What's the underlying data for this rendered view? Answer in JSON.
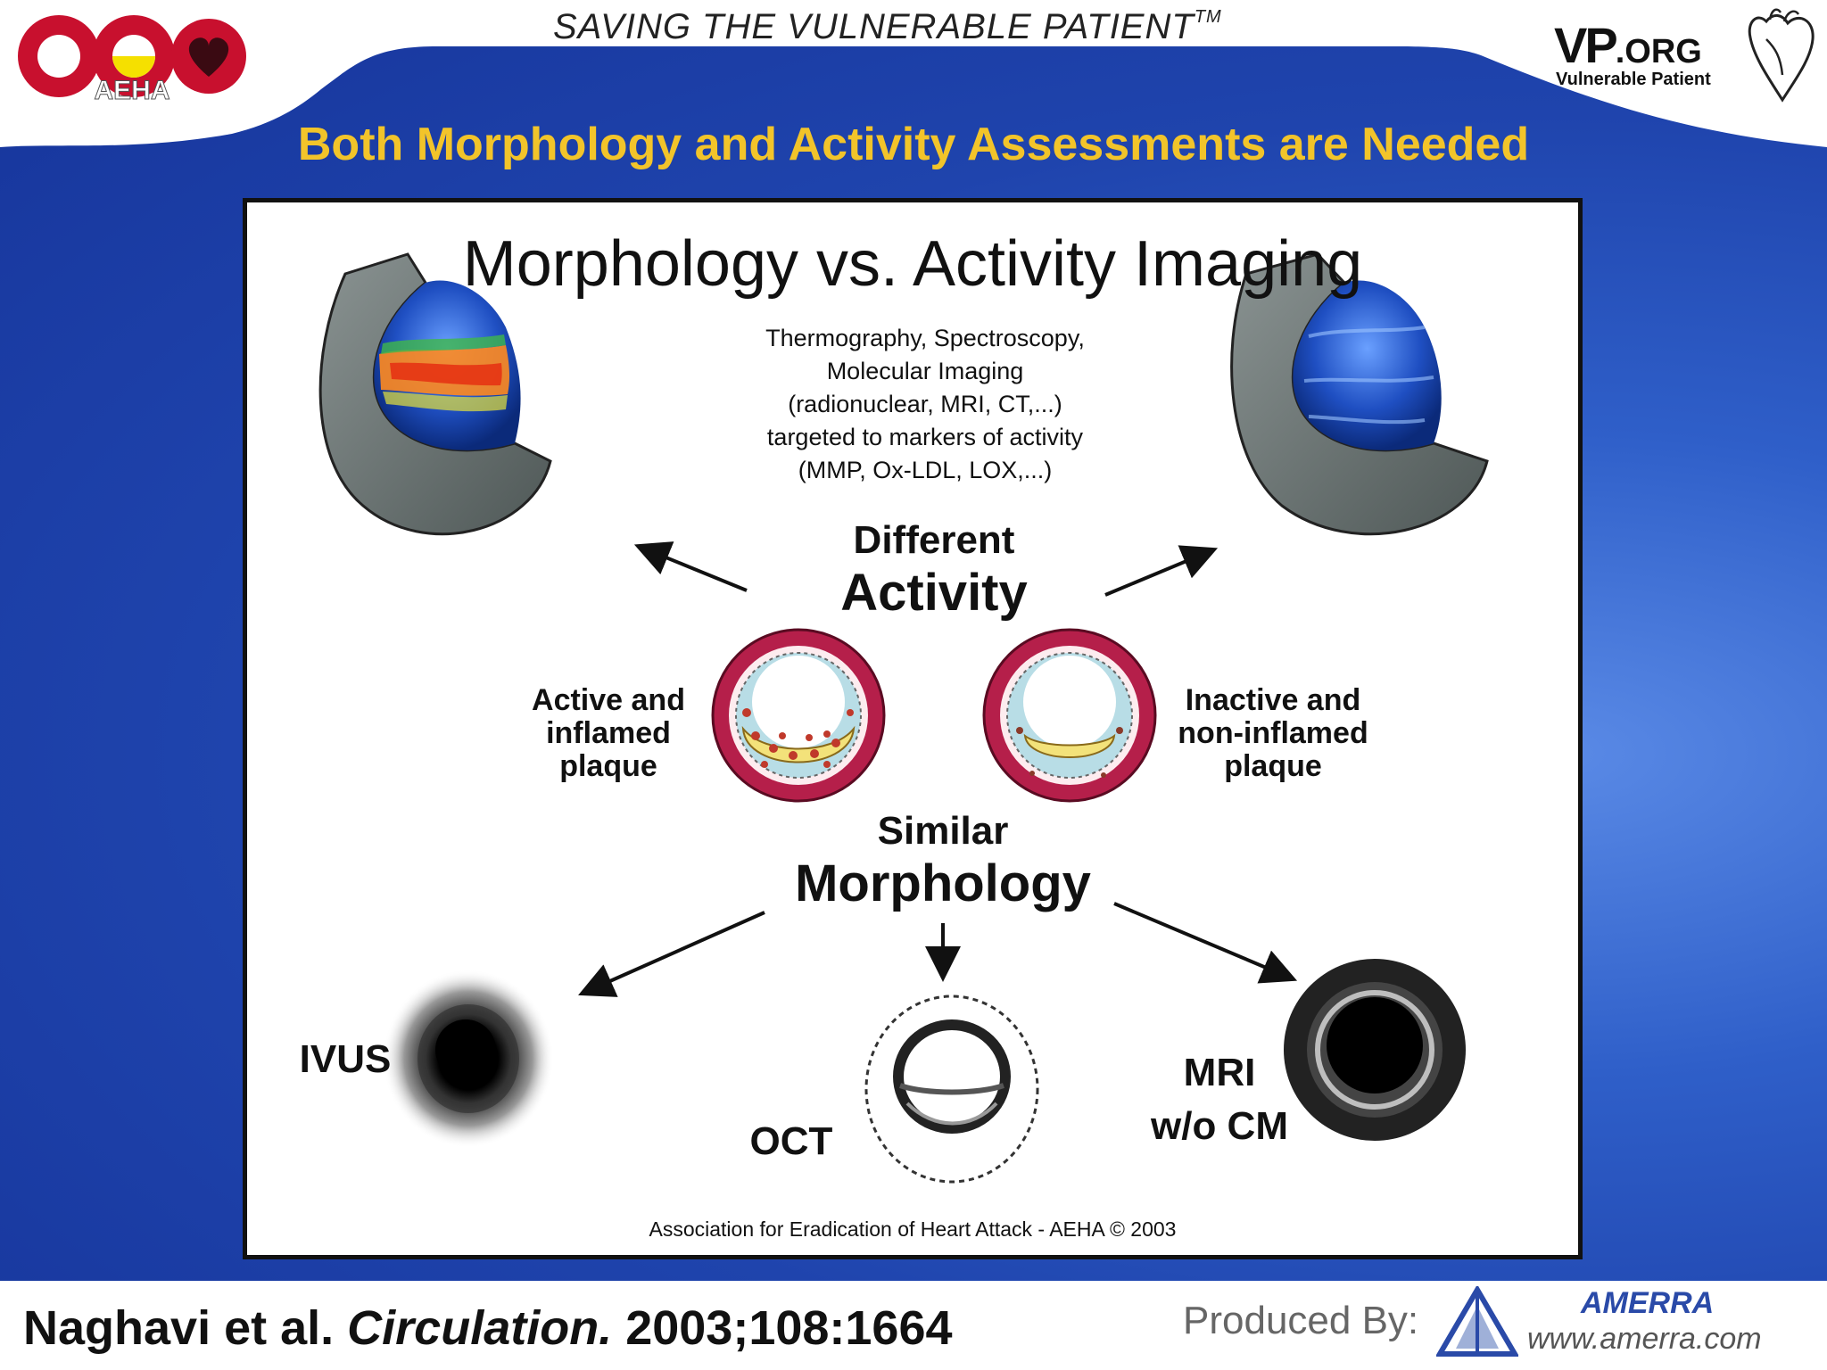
{
  "header": {
    "tagline": "SAVING THE VULNERABLE PATIENT",
    "tagline_mark": "TM",
    "aeha_logo_text": "AEHA",
    "vp_logo_main": "VP",
    "vp_logo_suffix": ".ORG",
    "vp_logo_sub": "Vulnerable Patient"
  },
  "slide_title": "Both Morphology and Activity Assessments are Needed",
  "panel": {
    "title": "Morphology vs. Activity Imaging",
    "activity_methods": [
      "Thermography, Spectroscopy,",
      "Molecular Imaging",
      "(radionuclear, MRI, CT,...)",
      "targeted to markers of activity",
      "(MMP, Ox-LDL, LOX,...)"
    ],
    "different_label": "Different",
    "activity_label": "Activity",
    "active_plaque": [
      "Active and",
      "inflamed",
      "plaque"
    ],
    "inactive_plaque": [
      "Inactive and",
      "non-inflamed",
      "plaque"
    ],
    "similar_label": "Similar",
    "morphology_label": "Morphology",
    "ivus_label": "IVUS",
    "oct_label": "OCT",
    "mri_label": [
      "MRI",
      "w/o CM"
    ],
    "copyright": "Association for Eradication of Heart Attack - AEHA © 2003"
  },
  "footer": {
    "citation_authors": "Naghavi et al.",
    "citation_journal": "Circulation.",
    "citation_ref": "2003;108:1664",
    "produced_by": "Produced By:",
    "amerra_name": "AMERRA",
    "amerra_url": "www.amerra.com"
  },
  "colors": {
    "title_yellow": "#f2c42a",
    "background_blue": "#1f44ad",
    "vessel_wall_red": "#b51f4a",
    "plaque_yellow": "#f3e27a"
  }
}
